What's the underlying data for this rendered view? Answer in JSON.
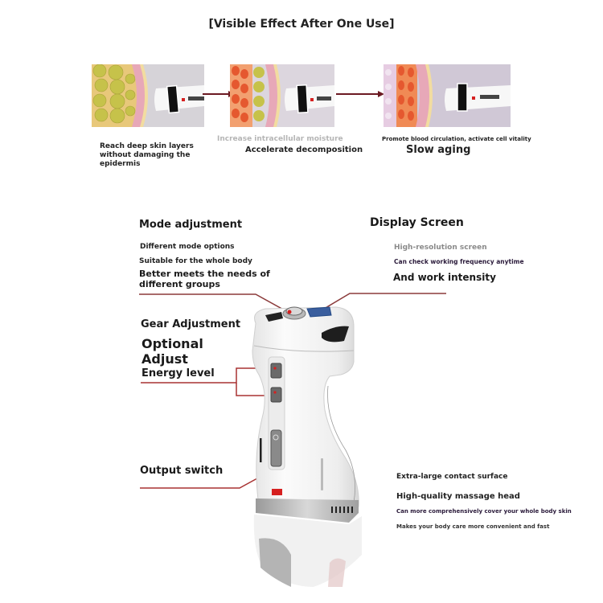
{
  "title": "[Visible Effect After One Use]",
  "effects": [
    {
      "caption_lines": [
        "Reach deep skin layers",
        "without damaging the",
        "epidermis"
      ]
    },
    {
      "subcaption": "Increase intracellular moisture",
      "caption": "Accelerate decomposition"
    },
    {
      "subcaption": "Promote blood circulation, activate cell vitality",
      "caption": "Slow aging"
    }
  ],
  "features": {
    "mode": {
      "heading": "Mode adjustment",
      "lines": [
        "Different mode options",
        "Suitable for the whole body"
      ],
      "emphasis_lines": [
        "Better meets the needs of",
        "different groups"
      ]
    },
    "display": {
      "heading": "Display Screen",
      "lines": [
        "High-resolution screen",
        "Can check working frequency anytime"
      ],
      "emphasis": "And work intensity"
    },
    "gear": {
      "heading": "Gear Adjustment",
      "big_lines": [
        "Optional",
        "Adjust"
      ],
      "sub": "Energy level"
    },
    "output": {
      "heading": "Output switch"
    },
    "head": {
      "lines": [
        "Extra-large contact surface",
        "High-quality massage head",
        "Can more comprehensively cover your whole body skin",
        "Makes your body care more convenient and fast"
      ]
    }
  },
  "colors": {
    "callout_line": "#8b3a3a",
    "arrow": "#6b1a22",
    "accent_red": "#d62020",
    "device_white": "#f2f2f2"
  }
}
